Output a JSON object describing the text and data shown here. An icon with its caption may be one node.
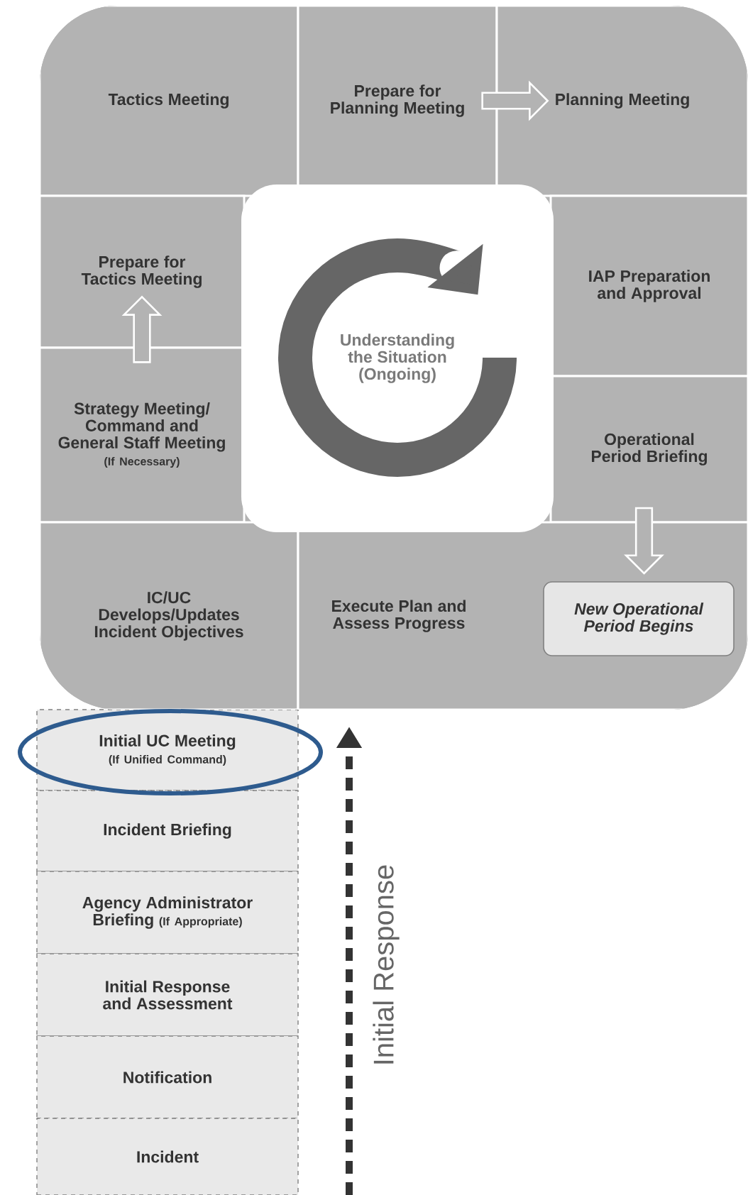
{
  "diagram": {
    "nodes": [
      {
        "text": [
          "Tactics Meeting"
        ]
      },
      {
        "text": [
          "Prepare for Planning Meeting"
        ]
      },
      {
        "text": [
          "Planning Meeting"
        ]
      },
      {
        "text": [
          "Prepare for Tactics Meeting"
        ]
      },
      {
        "text": [
          "Understanding the Situation (Ongoing)"
        ]
      },
      {
        "text": [
          "IAP Preparation and Approval"
        ]
      },
      {
        "text": [
          "Strategy Meeting/ Command and General Staff Meeting",
          "(If Necessary)"
        ]
      },
      {
        "text": [
          "Operational Period Briefing"
        ]
      },
      {
        "text": [
          "IC/UC Develops/Updates Incident Objectives"
        ]
      },
      {
        "text": [
          "Execute Plan and Assess Progress"
        ]
      },
      {
        "text": [
          "New Operational Period Begins"
        ],
        "in": 9
      },
      {
        "text": [
          "Initial UC Meeting",
          "(If Unified Command)"
        ]
      },
      {
        "text": [
          "Incident Briefing"
        ]
      },
      {
        "text": [
          "Agency Administrator Briefing",
          "(If Appropriate)"
        ]
      },
      {
        "text": [
          "Initial Response and Assessment"
        ]
      },
      {
        "text": [
          "Notification"
        ]
      },
      {
        "text": [
          "Incident"
        ]
      }
    ],
    "edges": [
      {
        "from": 6,
        "to": 3,
        "arrow": "to"
      },
      {
        "from": 1,
        "to": 2,
        "arrow": "to"
      },
      {
        "from": 7,
        "to": 10,
        "arrow": "to"
      }
    ],
    "labels": [
      "Initial Response"
    ]
  }
}
